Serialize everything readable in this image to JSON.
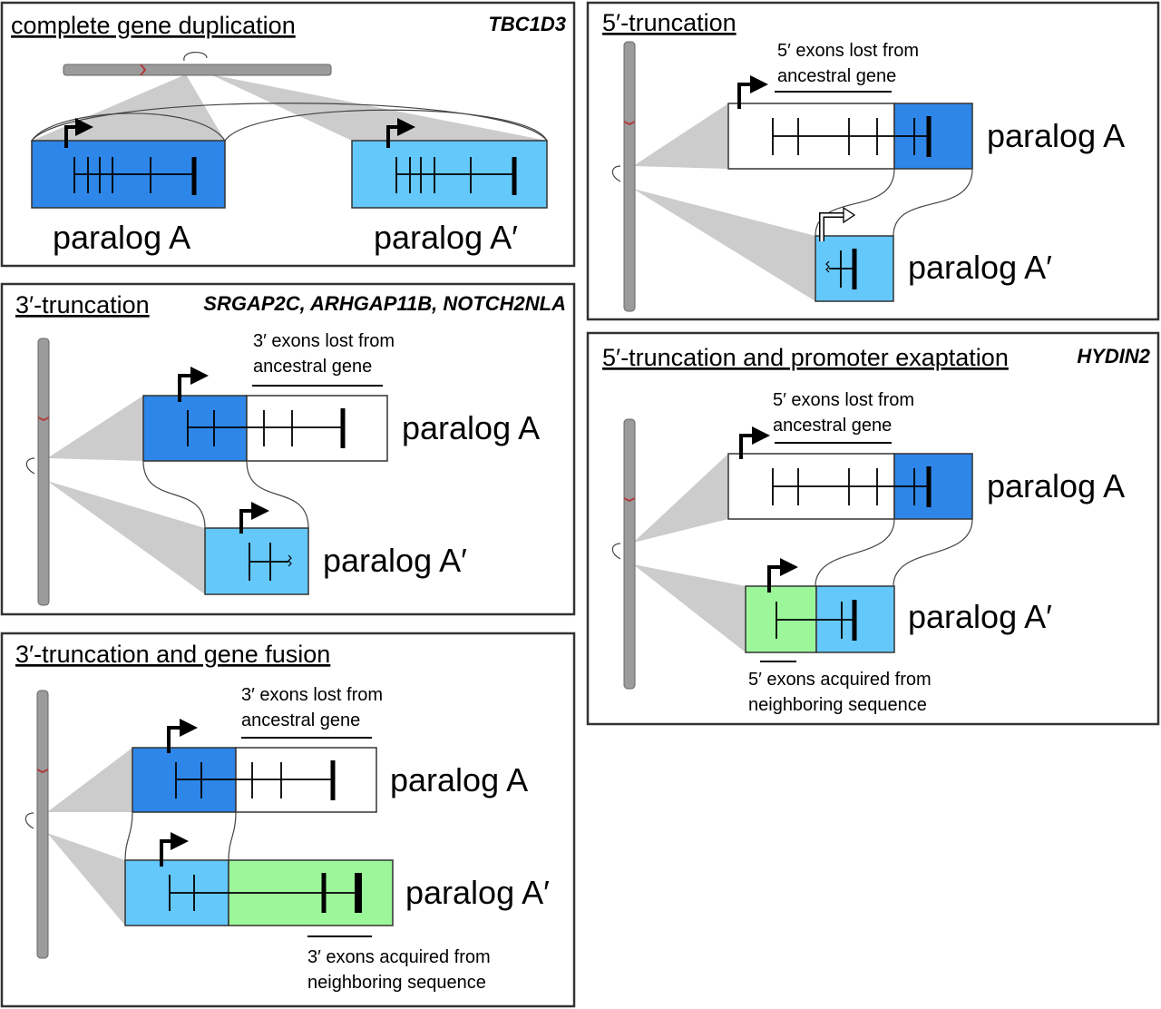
{
  "colors": {
    "dark_blue": "#2e86e8",
    "light_blue": "#64c8fb",
    "green": "#9cf79a",
    "chromosome": "#9b9b9b",
    "centromere": "#b43a3a",
    "shadow": "#cccccc"
  },
  "panels": {
    "complete": {
      "title": "complete gene duplication",
      "gene": "TBC1D3",
      "paralog_a": "paralog A",
      "paralog_a2": "paralog A′"
    },
    "trunc3": {
      "title": "3′-truncation",
      "gene": "SRGAP2C, ARHGAP11B, NOTCH2NLA",
      "note_line1": "3′ exons lost from",
      "note_line2": "ancestral gene",
      "paralog_a": "paralog A",
      "paralog_a2": "paralog A′"
    },
    "fusion3": {
      "title": "3′-truncation and gene fusion",
      "note_line1": "3′ exons lost from",
      "note_line2": "ancestral gene",
      "acq_line1": "3′ exons acquired from",
      "acq_line2": "neighboring sequence",
      "paralog_a": "paralog A",
      "paralog_a2": "paralog A′"
    },
    "trunc5": {
      "title": "5′-truncation",
      "note_line1": "5′ exons lost from",
      "note_line2": "ancestral gene",
      "paralog_a": "paralog A",
      "paralog_a2": "paralog A′"
    },
    "promoter5": {
      "title": "5′-truncation and promoter exaptation",
      "gene": "HYDIN2",
      "note_line1": "5′ exons lost from",
      "note_line2": "ancestral gene",
      "acq_line1": "5′ exons acquired from",
      "acq_line2": "neighboring sequence",
      "paralog_a": "paralog A",
      "paralog_a2": "paralog A′"
    }
  }
}
